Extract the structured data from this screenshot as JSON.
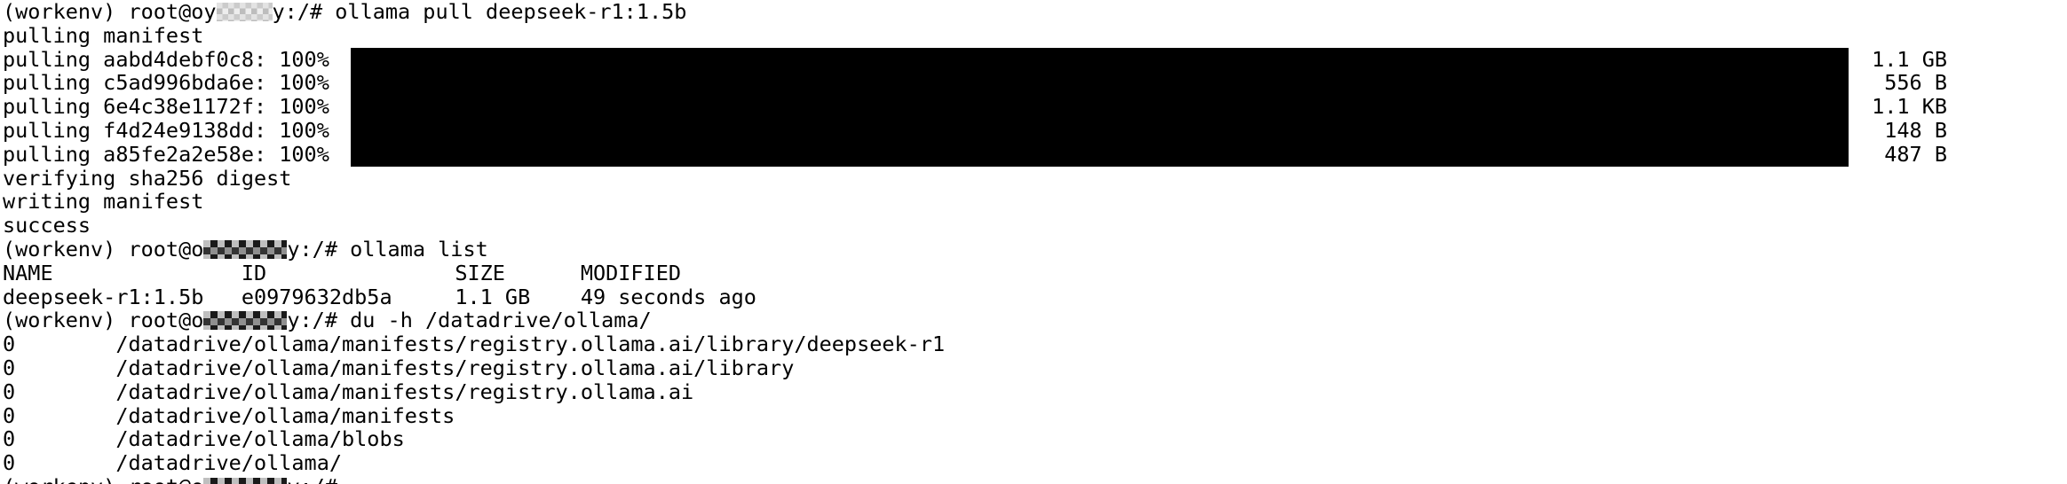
{
  "colors": {
    "background": "#ffffff",
    "text": "#000000",
    "progress_bar": "#000000",
    "redaction_dark": "#1a1a1a",
    "redaction_light": "#cbcbcb"
  },
  "terminal": {
    "lines": [
      {
        "type": "prompt",
        "prefix": "(workenv) root@oy",
        "redacted": "hostname",
        "suffix": "y:/# ollama pull deepseek-r1:1.5b"
      },
      {
        "type": "output",
        "text": "pulling manifest"
      },
      {
        "type": "progress",
        "text": "pulling aabd4debf0c8: 100%",
        "size": "1.1 GB"
      },
      {
        "type": "progress",
        "text": "pulling c5ad996bda6e: 100%",
        "size": "556 B"
      },
      {
        "type": "progress",
        "text": "pulling 6e4c38e1172f: 100%",
        "size": "1.1 KB"
      },
      {
        "type": "progress",
        "text": "pulling f4d24e9138dd: 100%",
        "size": "148 B"
      },
      {
        "type": "progress",
        "text": "pulling a85fe2a2e58e: 100%",
        "size": "487 B"
      },
      {
        "type": "output",
        "text": "verifying sha256 digest"
      },
      {
        "type": "output",
        "text": "writing manifest"
      },
      {
        "type": "output",
        "text": "success"
      },
      {
        "type": "prompt",
        "prefix": "(workenv) root@o",
        "redacted": "hostname",
        "suffix": "y:/# ollama list"
      },
      {
        "type": "output",
        "text": "NAME               ID               SIZE      MODIFIED"
      },
      {
        "type": "output",
        "text": "deepseek-r1:1.5b   e0979632db5a     1.1 GB    49 seconds ago"
      },
      {
        "type": "prompt",
        "prefix": "(workenv) root@o",
        "redacted": "hostname",
        "suffix": "y:/# du -h /datadrive/ollama/"
      },
      {
        "type": "output",
        "text": "0        /datadrive/ollama/manifests/registry.ollama.ai/library/deepseek-r1"
      },
      {
        "type": "output",
        "text": "0        /datadrive/ollama/manifests/registry.ollama.ai/library"
      },
      {
        "type": "output",
        "text": "0        /datadrive/ollama/manifests/registry.ollama.ai"
      },
      {
        "type": "output",
        "text": "0        /datadrive/ollama/manifests"
      },
      {
        "type": "output",
        "text": "0        /datadrive/ollama/blobs"
      },
      {
        "type": "output",
        "text": "0        /datadrive/ollama/"
      },
      {
        "type": "prompt",
        "prefix": "(workenv) root@o",
        "redacted": "hostname",
        "suffix": "y:/#"
      }
    ],
    "table": {
      "headers": [
        "NAME",
        "ID",
        "SIZE",
        "MODIFIED"
      ],
      "row": {
        "name": "deepseek-r1:1.5b",
        "id": "e0979632db5a",
        "size": "1.1 GB",
        "modified": "49 seconds ago"
      }
    }
  }
}
